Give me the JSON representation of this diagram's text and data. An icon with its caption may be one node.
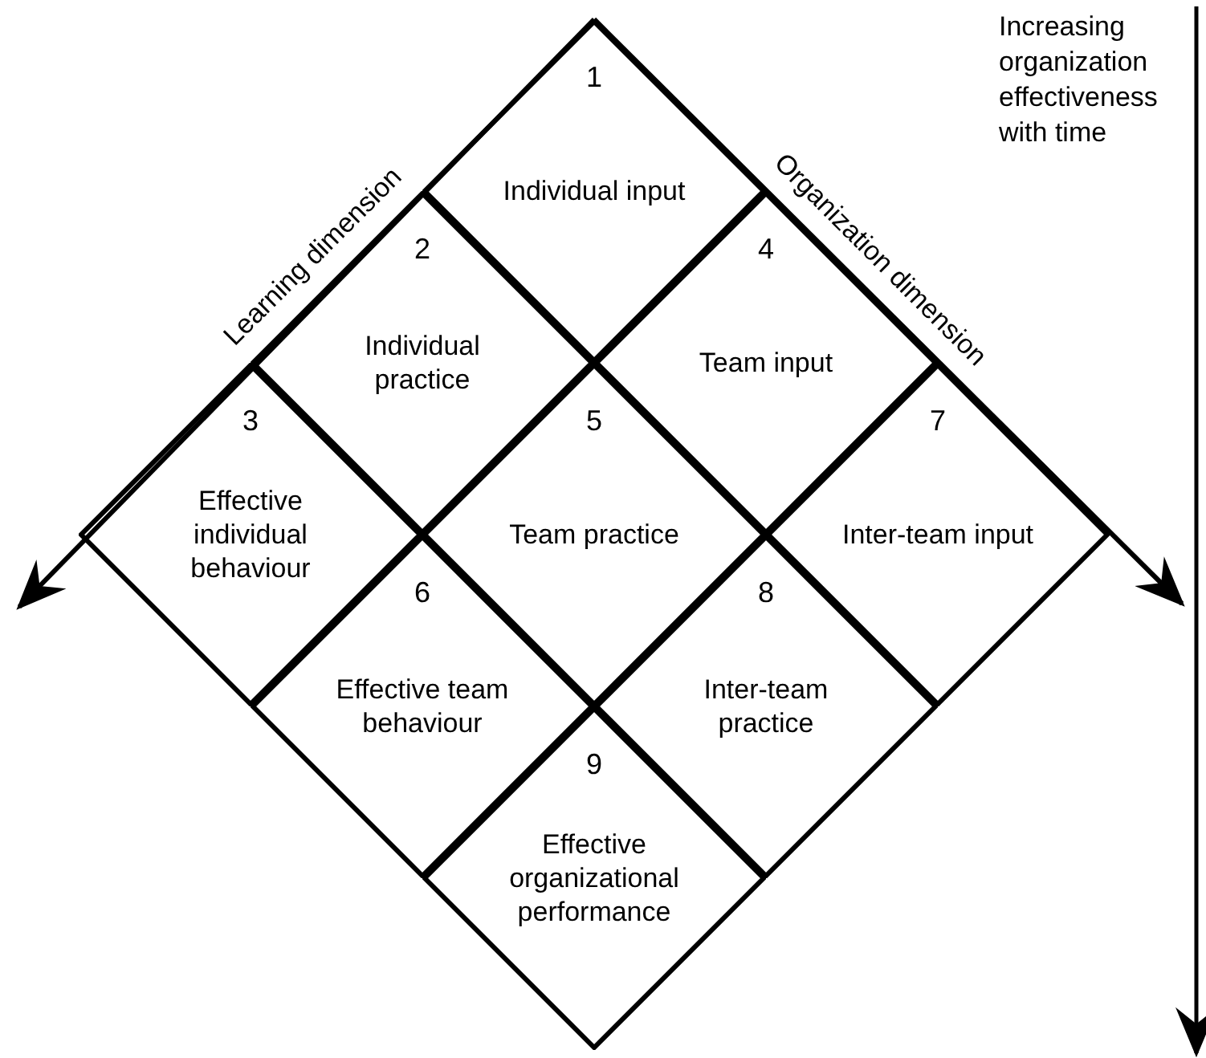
{
  "diagram": {
    "nodes": [
      {
        "text": [
          "1",
          "Individual input"
        ]
      },
      {
        "text": [
          "2",
          "Individual practice"
        ]
      },
      {
        "text": [
          "3",
          "Effective individual behaviour"
        ]
      },
      {
        "text": [
          "4",
          "Team input"
        ]
      },
      {
        "text": [
          "5",
          "Team practice"
        ]
      },
      {
        "text": [
          "6",
          "Effective team behaviour"
        ]
      },
      {
        "text": [
          "7",
          "Inter-team input"
        ]
      },
      {
        "text": [
          "8",
          "Inter-team practice"
        ]
      },
      {
        "text": [
          "9",
          "Effective organizational performance"
        ]
      }
    ],
    "labels": [
      "Learning dimension",
      "Organization dimension",
      "Increasing organization effectiveness with time"
    ]
  }
}
